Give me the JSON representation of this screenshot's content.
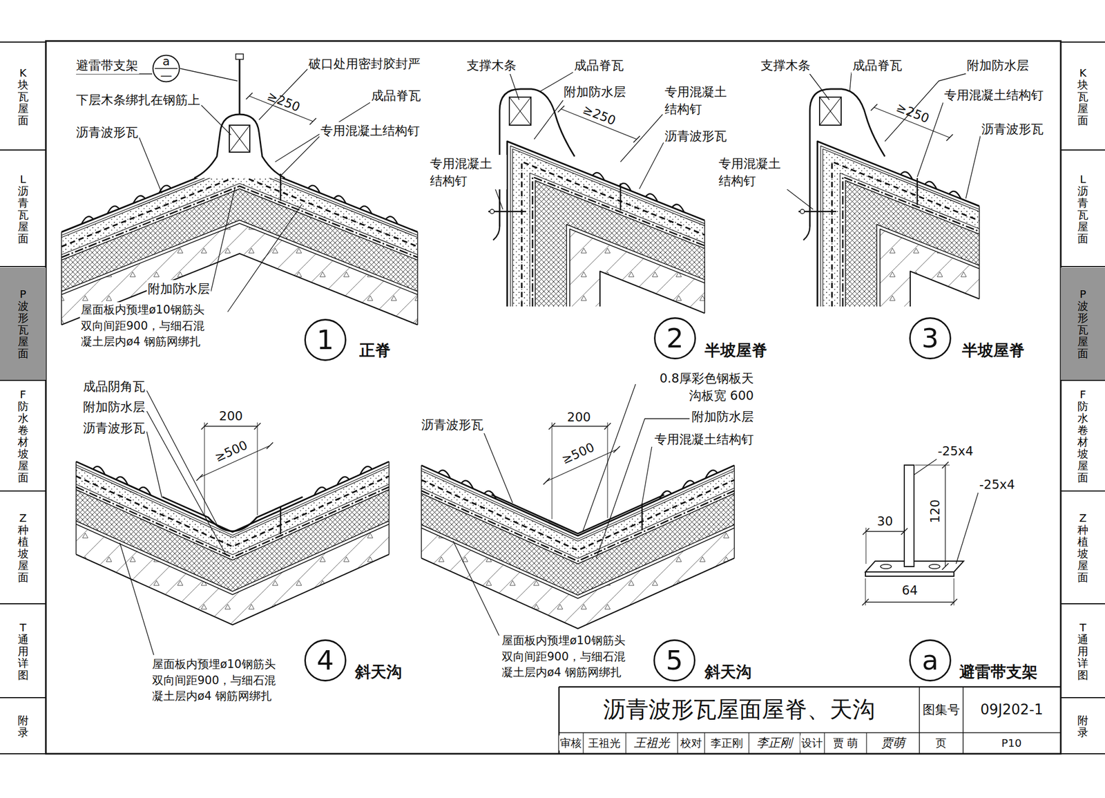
{
  "diagram": {
    "title": "沥青波形瓦屋面屋脊、天沟",
    "nodes": [
      {
        "text": [
          "K块瓦屋面"
        ]
      },
      {
        "text": [
          "L沥青瓦屋面"
        ]
      },
      {
        "text": [
          "P波形瓦屋面"
        ]
      },
      {
        "text": [
          "F防水卷材坡屋面"
        ]
      },
      {
        "text": [
          "Z种植坡屋面"
        ]
      },
      {
        "text": [
          "T通用详图"
        ]
      },
      {
        "text": [
          "附录"
        ]
      },
      {
        "text": [
          "K块瓦屋面"
        ]
      },
      {
        "text": [
          "L沥青瓦屋面"
        ]
      },
      {
        "text": [
          "P波形瓦屋面"
        ]
      },
      {
        "text": [
          "F防水卷材坡屋面"
        ]
      },
      {
        "text": [
          "Z种植坡屋面"
        ]
      },
      {
        "text": [
          "T通用详图"
        ]
      },
      {
        "text": [
          "附录"
        ]
      },
      {
        "text": [
          "a",
          "—"
        ]
      },
      {
        "text": [
          "1",
          "正脊"
        ]
      },
      {
        "text": [
          "2",
          "半坡屋脊"
        ]
      },
      {
        "text": [
          "3",
          "半坡屋脊"
        ]
      },
      {
        "text": [
          "4",
          "斜天沟"
        ]
      },
      {
        "text": [
          "5",
          "斜天沟"
        ]
      },
      {
        "text": [
          "a",
          "避雷带支架"
        ]
      }
    ],
    "labels": [
      "避雷带支架",
      "破口处用密封胶封严",
      "下层木条绑扎在钢筋上",
      "≥250",
      "成品脊瓦",
      "沥青波形瓦",
      "专用混凝土结构钉",
      "附加防水层",
      "屋面板内预埋ø10钢筋头 双向间距900，与细石混 凝土层内ø4 钢筋网绑扎",
      "支撑木条",
      "成品脊瓦",
      "附加防水层",
      "专用混凝土 结构钉",
      "≥250",
      "沥青波形瓦",
      "专用混凝土 结构钉",
      "支撑木条",
      "成品脊瓦",
      "附加防水层",
      "专用混凝土结构钉",
      "≥250",
      "沥青波形瓦",
      "专用混凝土 结构钉",
      "成品阴角瓦",
      "附加防水层",
      "沥青波形瓦",
      "200",
      "≥500",
      "屋面板内预埋ø10钢筋头 双向间距900，与细石混 凝土层内ø4 钢筋网绑扎",
      "沥青波形瓦",
      "0.8厚彩色钢板天 沟板宽 600",
      "附加防水层",
      "专用混凝土结构钉",
      "200",
      "≥500",
      "屋面板内预埋ø10钢筋头 双向间距900，与细石混 凝土层内ø4 钢筋网绑扎",
      "-25x4",
      "-25x4",
      "120",
      "30",
      "64",
      "图集号",
      "09J202-1",
      "审核",
      "王祖光",
      "王祖光",
      "校对",
      "李正刚",
      "李正刚",
      "设计",
      "贾 萌",
      "贾萌",
      "页",
      "P10"
    ]
  }
}
